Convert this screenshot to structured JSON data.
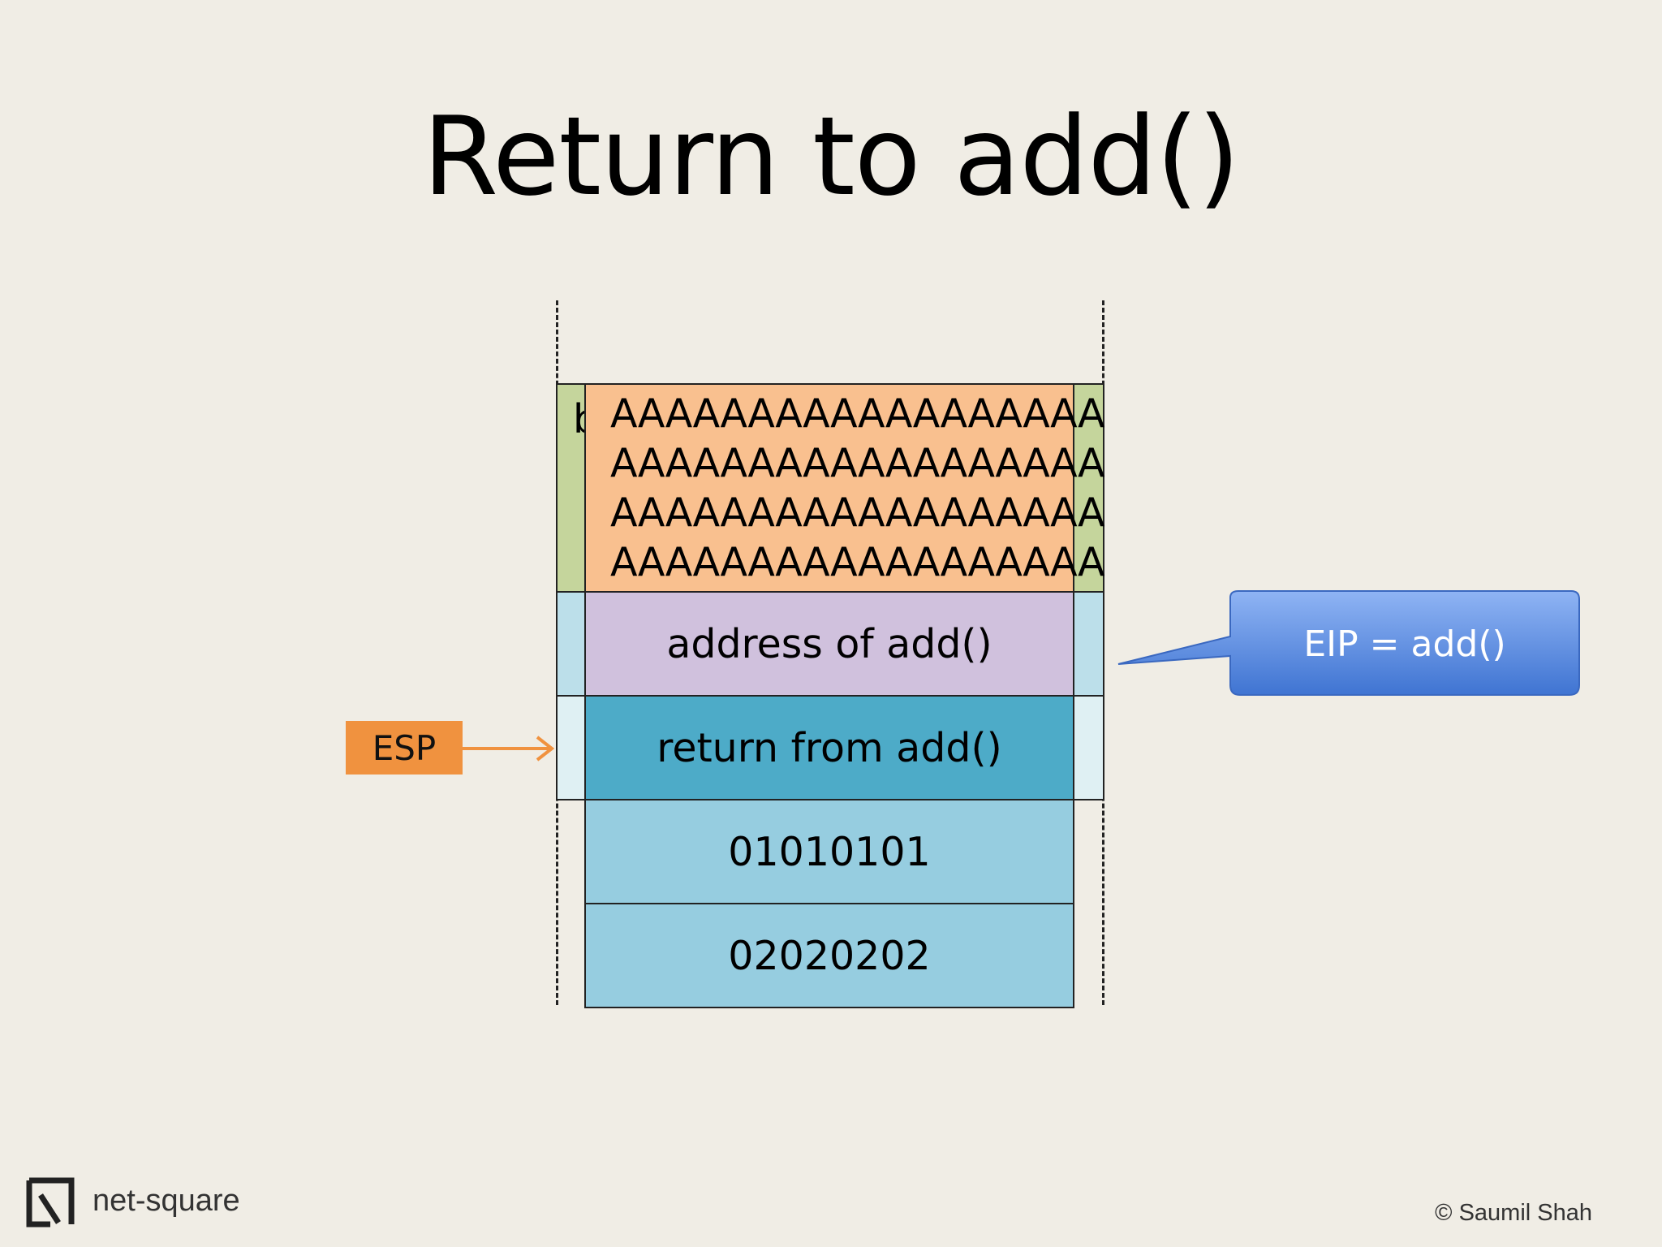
{
  "slide": {
    "title": "Return to add()"
  },
  "stack": {
    "frame_label_partial": "b",
    "padding_rows": [
      "AAAAAAAAAAAAAAAAAA",
      "AAAAAAAAAAAAAAAAAA",
      "AAAAAAAAAAAAAAAAAA",
      "AAAAAAAAAAAAAAAAAA"
    ],
    "address_cell": "address of add()",
    "return_cell": "return from add()",
    "param1_cell": "01010101",
    "param2_cell": "02020202"
  },
  "pointer": {
    "label": "ESP",
    "color": "#f0923f"
  },
  "callout": {
    "text": "EIP = add()",
    "color": "#5a8fe0"
  },
  "footer": {
    "logo_text": "net-square",
    "logo_icon": "net-square-logo-icon",
    "copyright": "© Saumil Shah"
  },
  "colors": {
    "background": "#f0ede5",
    "padding": "#f9c08f",
    "frame_green": "#c5d59c",
    "address": "#d0c1dd",
    "return": "#4dabc8",
    "params": "#96cde0"
  }
}
